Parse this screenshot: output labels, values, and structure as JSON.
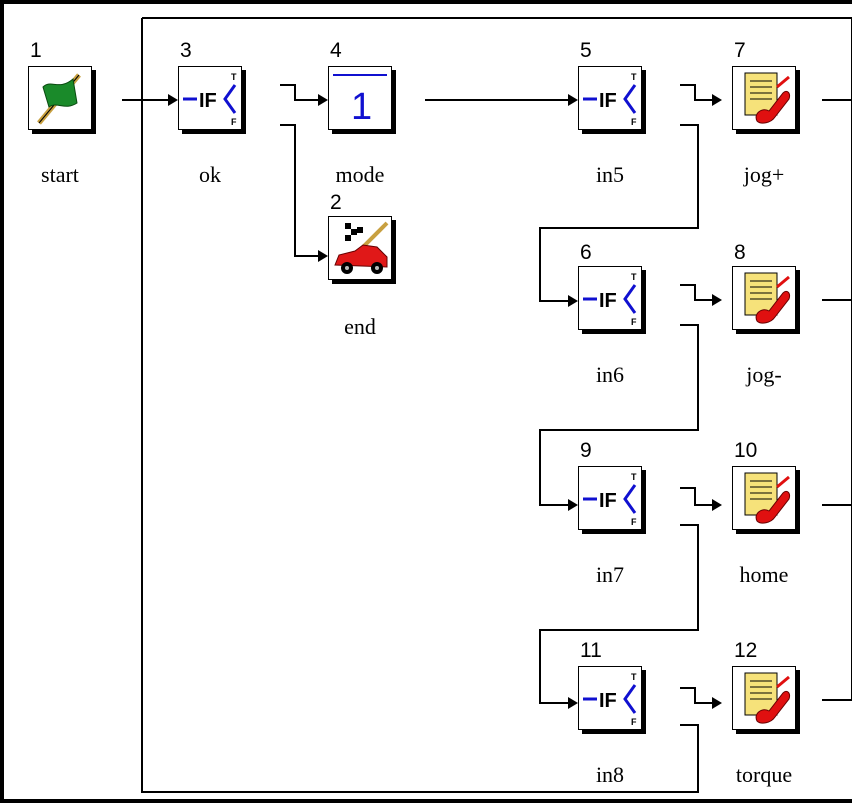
{
  "nodes": [
    {
      "id": "1",
      "label": "start",
      "icon": "green-flag-icon"
    },
    {
      "id": "3",
      "label": "ok",
      "icon": "if-branch-icon"
    },
    {
      "id": "4",
      "label": "mode",
      "icon": "mode-value-icon",
      "value": "1"
    },
    {
      "id": "2",
      "label": "end",
      "icon": "race-car-checkered-flag-icon"
    },
    {
      "id": "5",
      "label": "in5",
      "icon": "if-branch-icon"
    },
    {
      "id": "7",
      "label": "jog+",
      "icon": "phone-notepad-icon"
    },
    {
      "id": "6",
      "label": "in6",
      "icon": "if-branch-icon"
    },
    {
      "id": "8",
      "label": "jog-",
      "icon": "phone-notepad-icon"
    },
    {
      "id": "9",
      "label": "in7",
      "icon": "if-branch-icon"
    },
    {
      "id": "10",
      "label": "home",
      "icon": "phone-notepad-icon"
    },
    {
      "id": "11",
      "label": "in8",
      "icon": "if-branch-icon"
    },
    {
      "id": "12",
      "label": "torque",
      "icon": "phone-notepad-icon"
    }
  ],
  "if_block": {
    "text": "IF",
    "true_port": "T",
    "false_port": "F"
  },
  "colors": {
    "wire": "#000000",
    "if_blue": "#1010d0",
    "flag_green": "#1a8a2a",
    "car_red": "#e01818",
    "phone_red": "#e01010",
    "note_yellow": "#f6e27a"
  }
}
